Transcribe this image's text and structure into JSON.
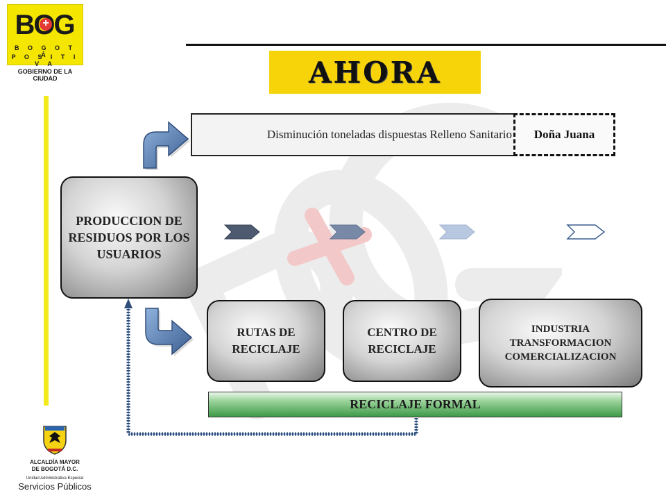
{
  "logo": {
    "brand": "BOG",
    "plus": "+",
    "line1": "B O G O T Á",
    "line2": "P O S I T I V A",
    "tagline": "GOBIERNO DE LA CIUDAD"
  },
  "title": "AHORA",
  "banner": {
    "main_text": "Disminución toneladas dispuestas Relleno Sanitario",
    "dashed_text": "Doña Juana"
  },
  "boxes": {
    "produccion": "PRODUCCION DE RESIDUOS POR LOS USUARIOS",
    "rutas": "RUTAS  DE RECICLAJE",
    "centro": "CENTRO DE RECICLAJE",
    "industria": "INDUSTRIA TRANSFORMACION COMERCIALIZACION"
  },
  "reciclaje_formal": "RECICLAJE FORMAL",
  "footer_logo": {
    "line1": "ALCALDÍA MAYOR",
    "line2": "DE BOGOTÁ D.C.",
    "line3": "Unidad Administrativa Especial",
    "line4": "Servicios Públicos"
  },
  "colors": {
    "title_bg": "#f7d40a",
    "accent_yellow": "#f2ea1c",
    "arrow_blue": "#4a6fa5",
    "green": "#3e9a48",
    "watermark": "#e9e9e9",
    "watermark_red": "#f4c6c6"
  }
}
